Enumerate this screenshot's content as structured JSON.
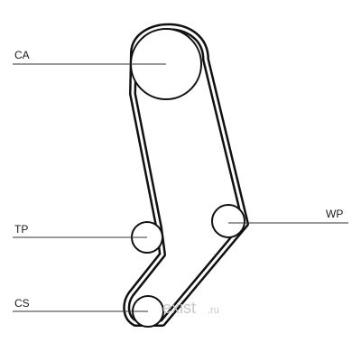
{
  "labels": {
    "ca": "CA",
    "tp": "TP",
    "wp": "WP",
    "cs": "CS"
  },
  "watermark": {
    "brand": "exist",
    "tld": ".ru"
  },
  "colors": {
    "belt": "#111111",
    "leader": "#333333",
    "watermark": "#c8c8c8"
  }
}
